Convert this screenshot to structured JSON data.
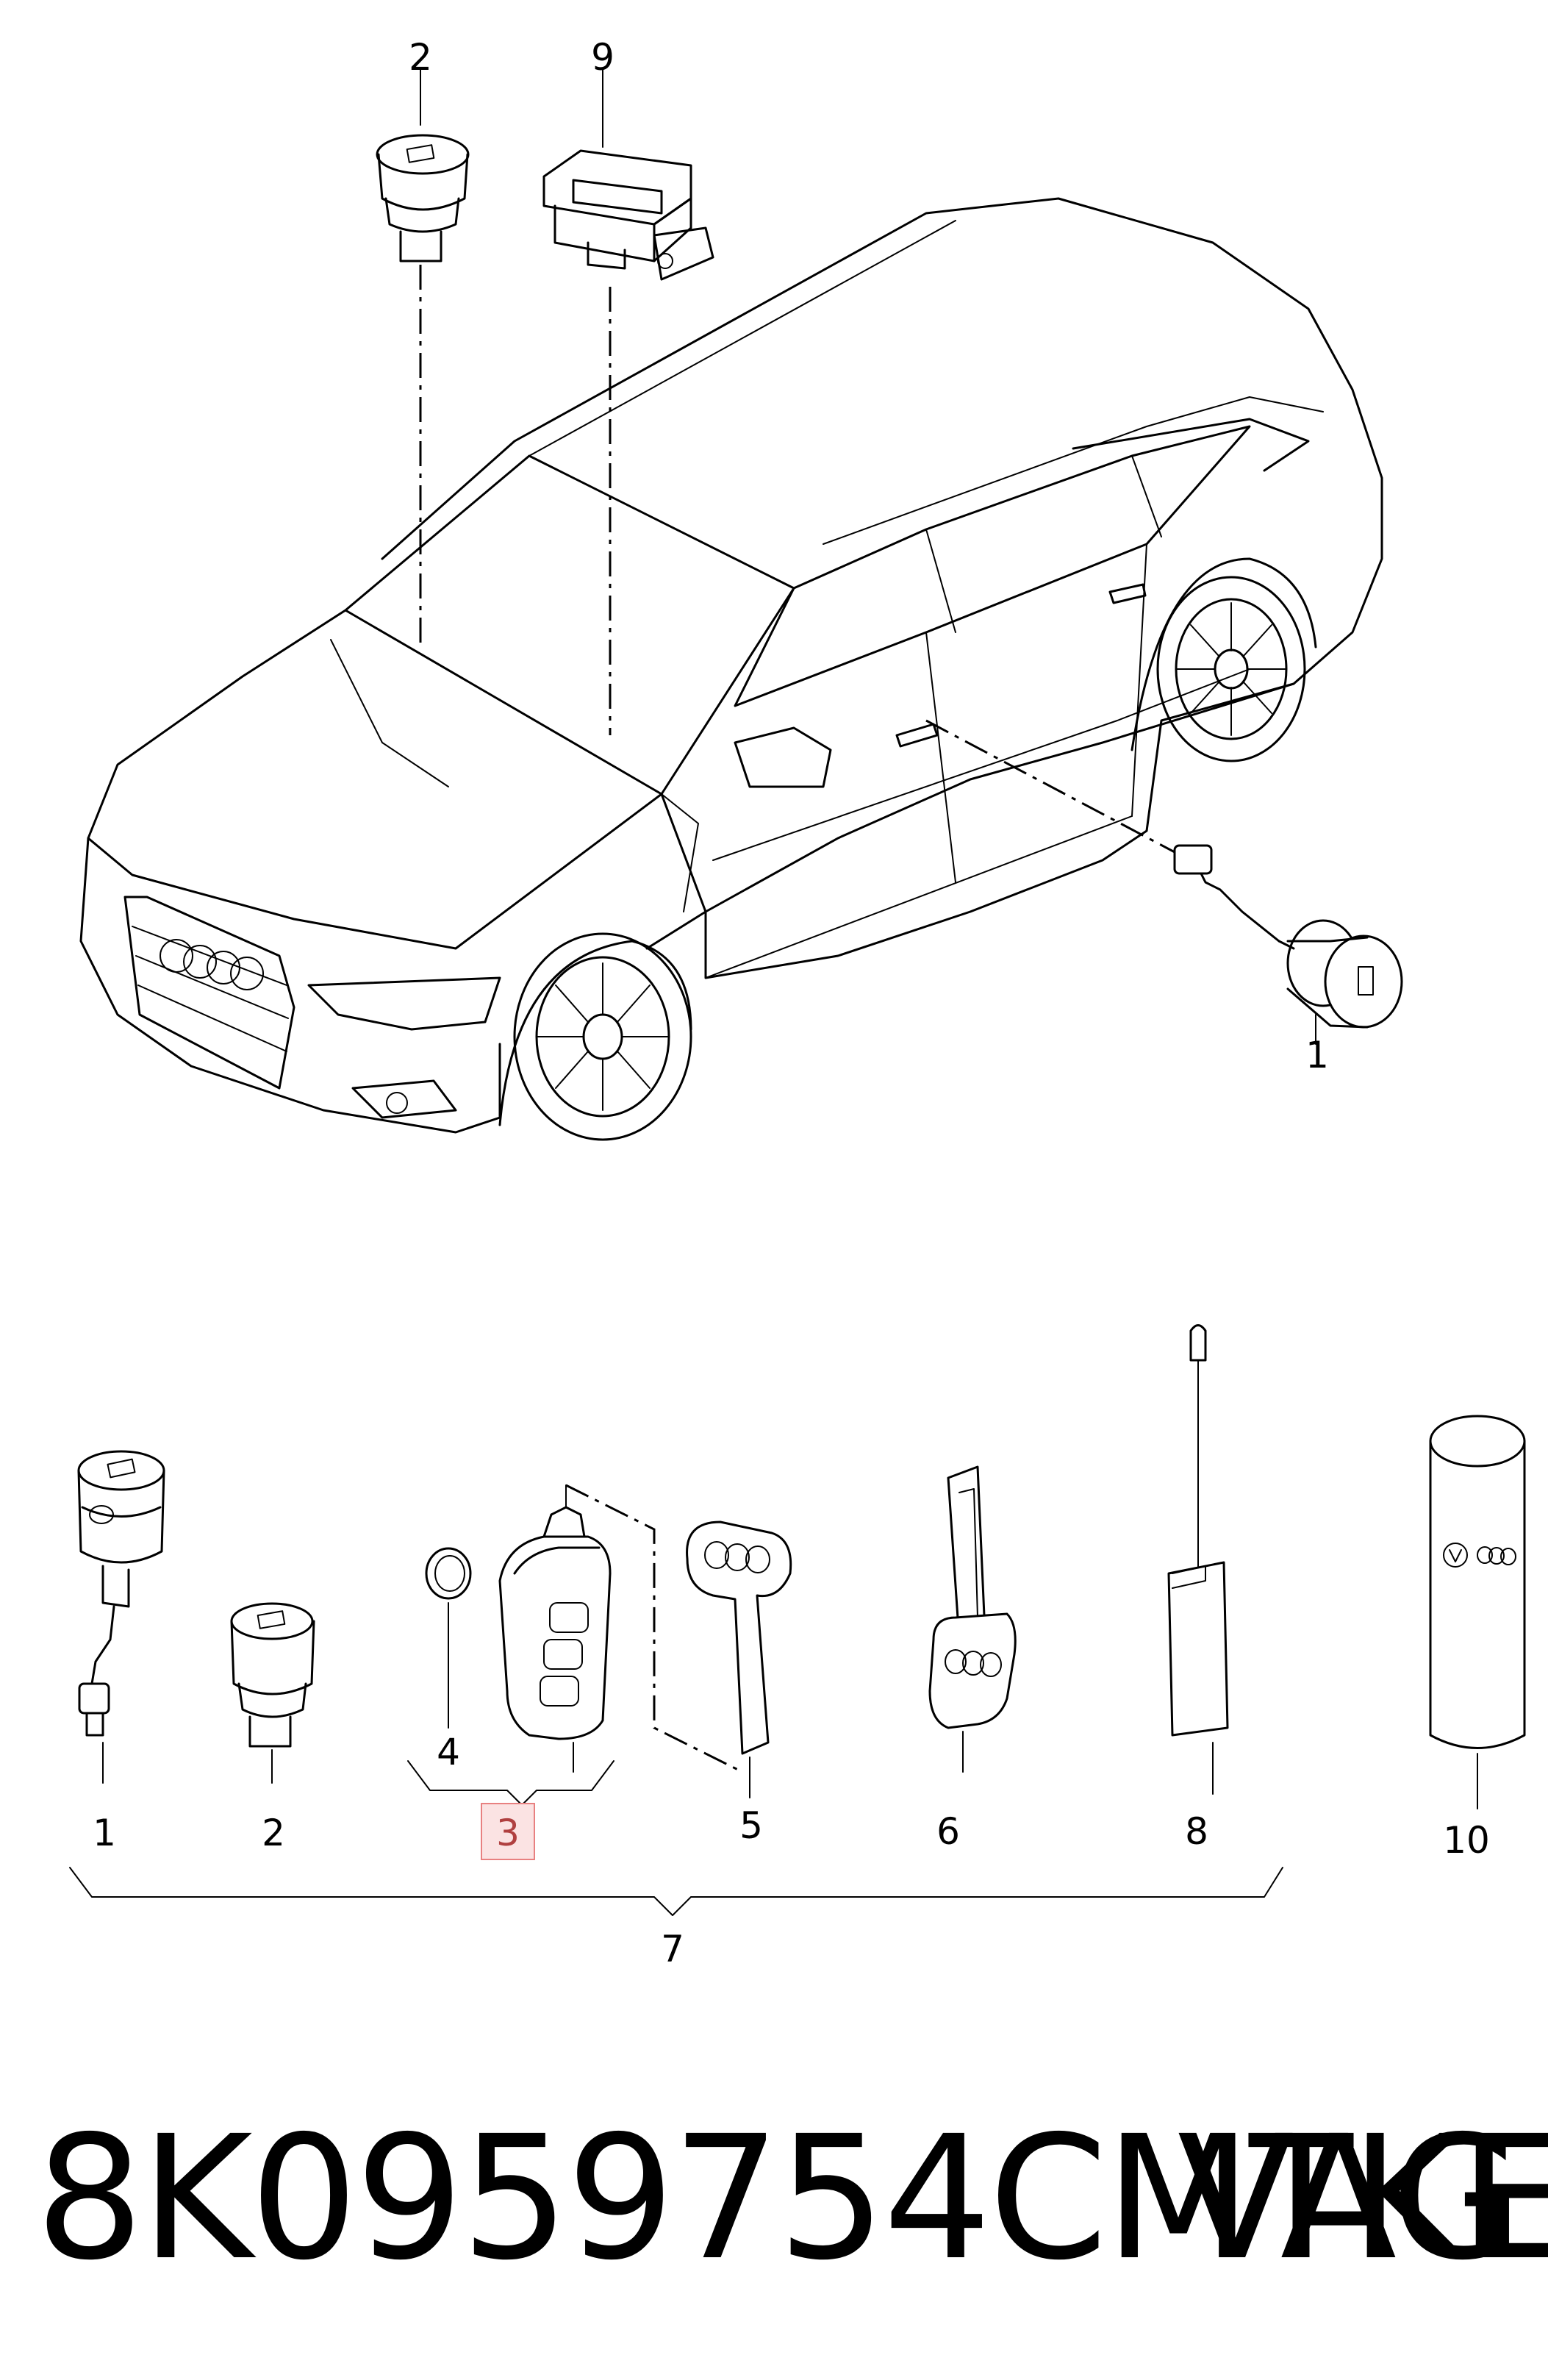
{
  "callouts": {
    "c1_top": "1",
    "c2_top": "2",
    "c9_top": "9",
    "c1": "1",
    "c2": "2",
    "c3": "3",
    "c4": "4",
    "c5": "5",
    "c6": "6",
    "c7": "7",
    "c8": "8",
    "c10": "10"
  },
  "highlight": {
    "callout": "3",
    "fill": "#fbe3e3",
    "stroke": "#e88080"
  },
  "caption": {
    "part_number": "8K0959754CMTKE",
    "vendor": "VAG"
  }
}
